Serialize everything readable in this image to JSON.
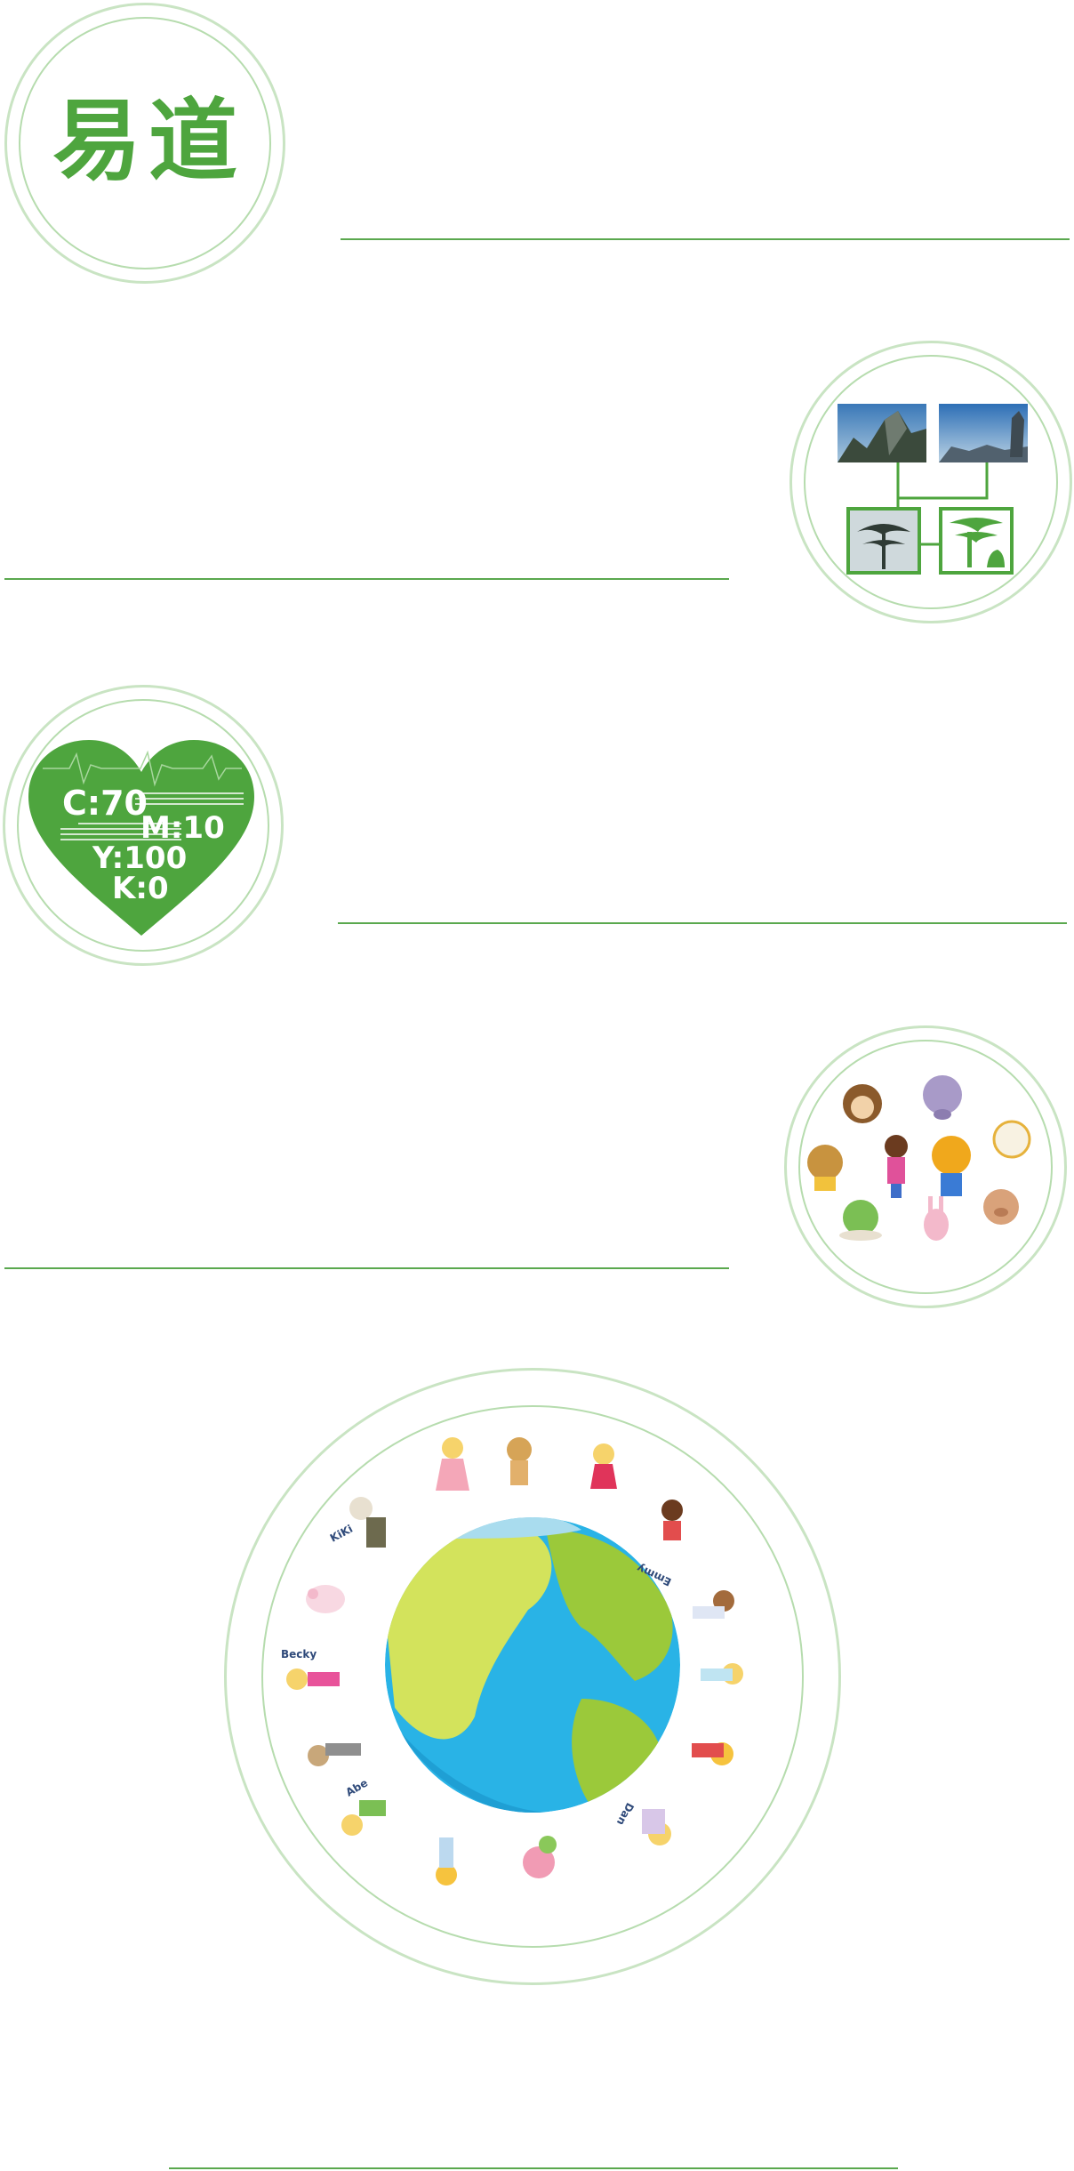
{
  "logo": {
    "text": "易道"
  },
  "heart": {
    "c": "C:70",
    "m": "M:10",
    "y": "Y:100",
    "k": "K:0"
  },
  "names": {
    "emmy": "Emmy",
    "becky": "Becky",
    "kiki": "KiKi",
    "abe": "Abe",
    "dan": "Dan"
  },
  "colors": {
    "brand_green": "#4ea53e",
    "ring": "#c9e4c3",
    "rule": "#5aa84e"
  }
}
